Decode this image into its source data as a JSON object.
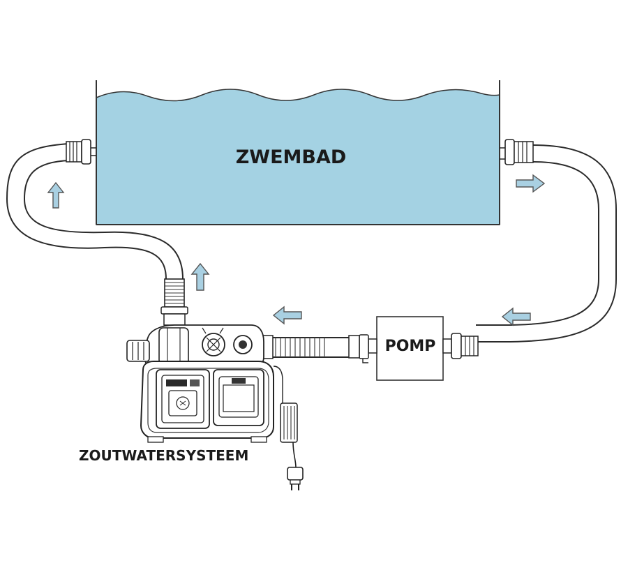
{
  "labels": {
    "pool": "ZWEMBAD",
    "pump": "POMP",
    "salt_system": "ZOUTWATERSYSTEEM"
  },
  "colors": {
    "water": "#a4d2e3",
    "arrow_fill": "#a9d0e2",
    "outline": "#2a2a2a"
  },
  "flow_arrows": [
    {
      "id": "left-up-1",
      "direction": "up"
    },
    {
      "id": "left-up-2",
      "direction": "up"
    },
    {
      "id": "pool-outlet",
      "direction": "right"
    },
    {
      "id": "return-left",
      "direction": "left"
    },
    {
      "id": "to-salt-left",
      "direction": "left"
    }
  ]
}
